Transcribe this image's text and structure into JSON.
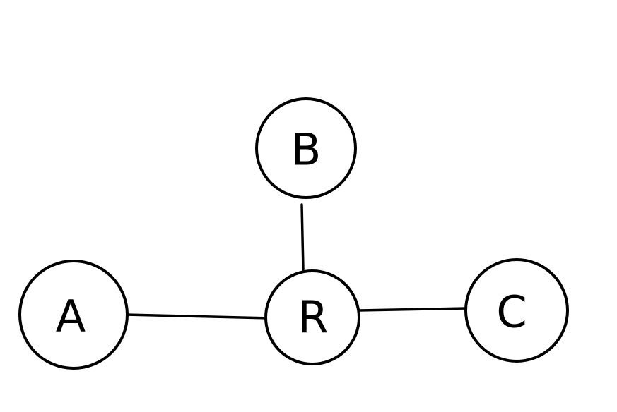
{
  "nodes": [
    {
      "id": "B",
      "label": "B"
    },
    {
      "id": "A",
      "label": "A"
    },
    {
      "id": "R",
      "label": "R"
    },
    {
      "id": "C",
      "label": "C"
    }
  ],
  "edges": [
    {
      "from": "B",
      "to": "R"
    },
    {
      "from": "A",
      "to": "R"
    },
    {
      "from": "R",
      "to": "C"
    }
  ]
}
